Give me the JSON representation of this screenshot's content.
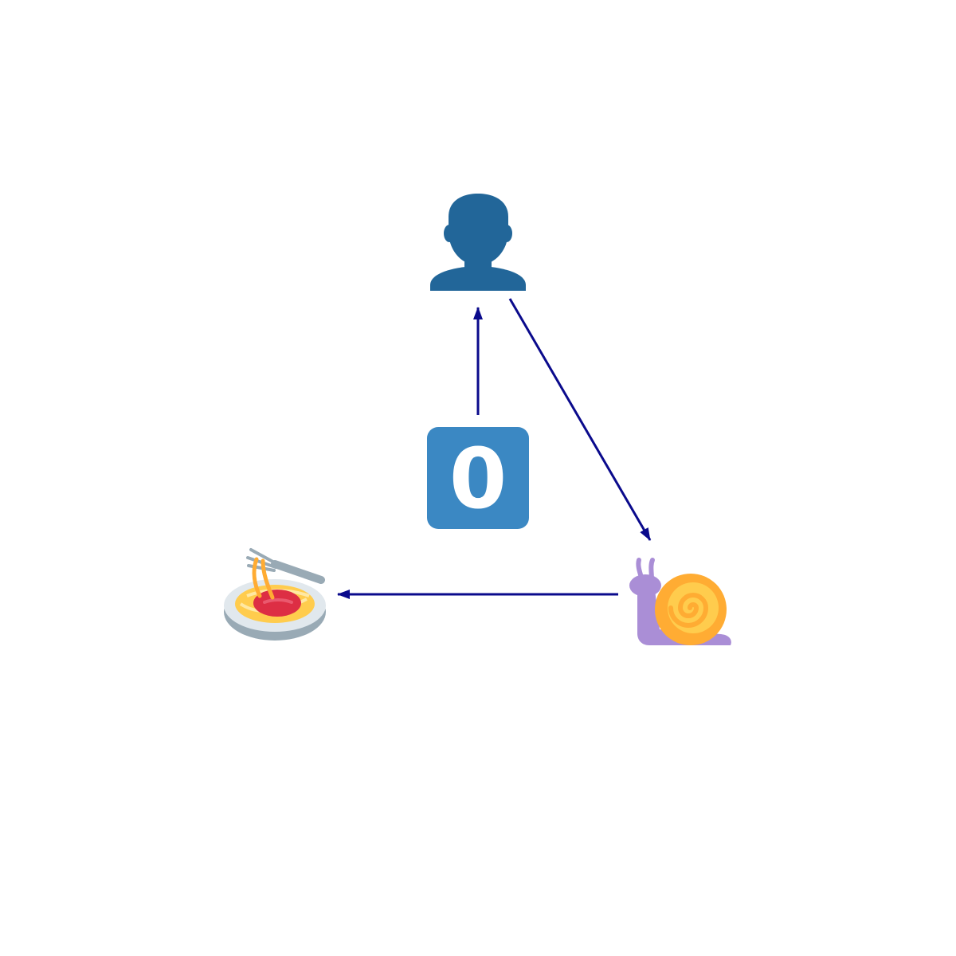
{
  "diagram": {
    "nodes": [
      {
        "id": "person",
        "icon": "bust-in-silhouette-icon"
      },
      {
        "id": "snail",
        "icon": "snail-icon"
      },
      {
        "id": "spaghetti",
        "icon": "spaghetti-icon"
      },
      {
        "id": "keycap",
        "icon": "keycap-digit-zero-icon",
        "label": "0"
      }
    ],
    "edges": [
      {
        "from": "keycap",
        "to": "person"
      },
      {
        "from": "person",
        "to": "snail"
      },
      {
        "from": "snail",
        "to": "spaghetti"
      }
    ]
  },
  "colors": {
    "arrow": "#0a0a8c",
    "person": "#226699",
    "keycap_bg": "#3b88c3",
    "keycap_text": "#ffffff",
    "snail_body": "#aa8ed6",
    "snail_shell": "#ffac33",
    "snail_shell_inner": "#ffcc4d",
    "plate_rim": "#99aab5",
    "plate": "#e1e8ed",
    "pasta": "#ffcc4d",
    "sauce": "#dd2e44",
    "fork": "#99aab5"
  }
}
